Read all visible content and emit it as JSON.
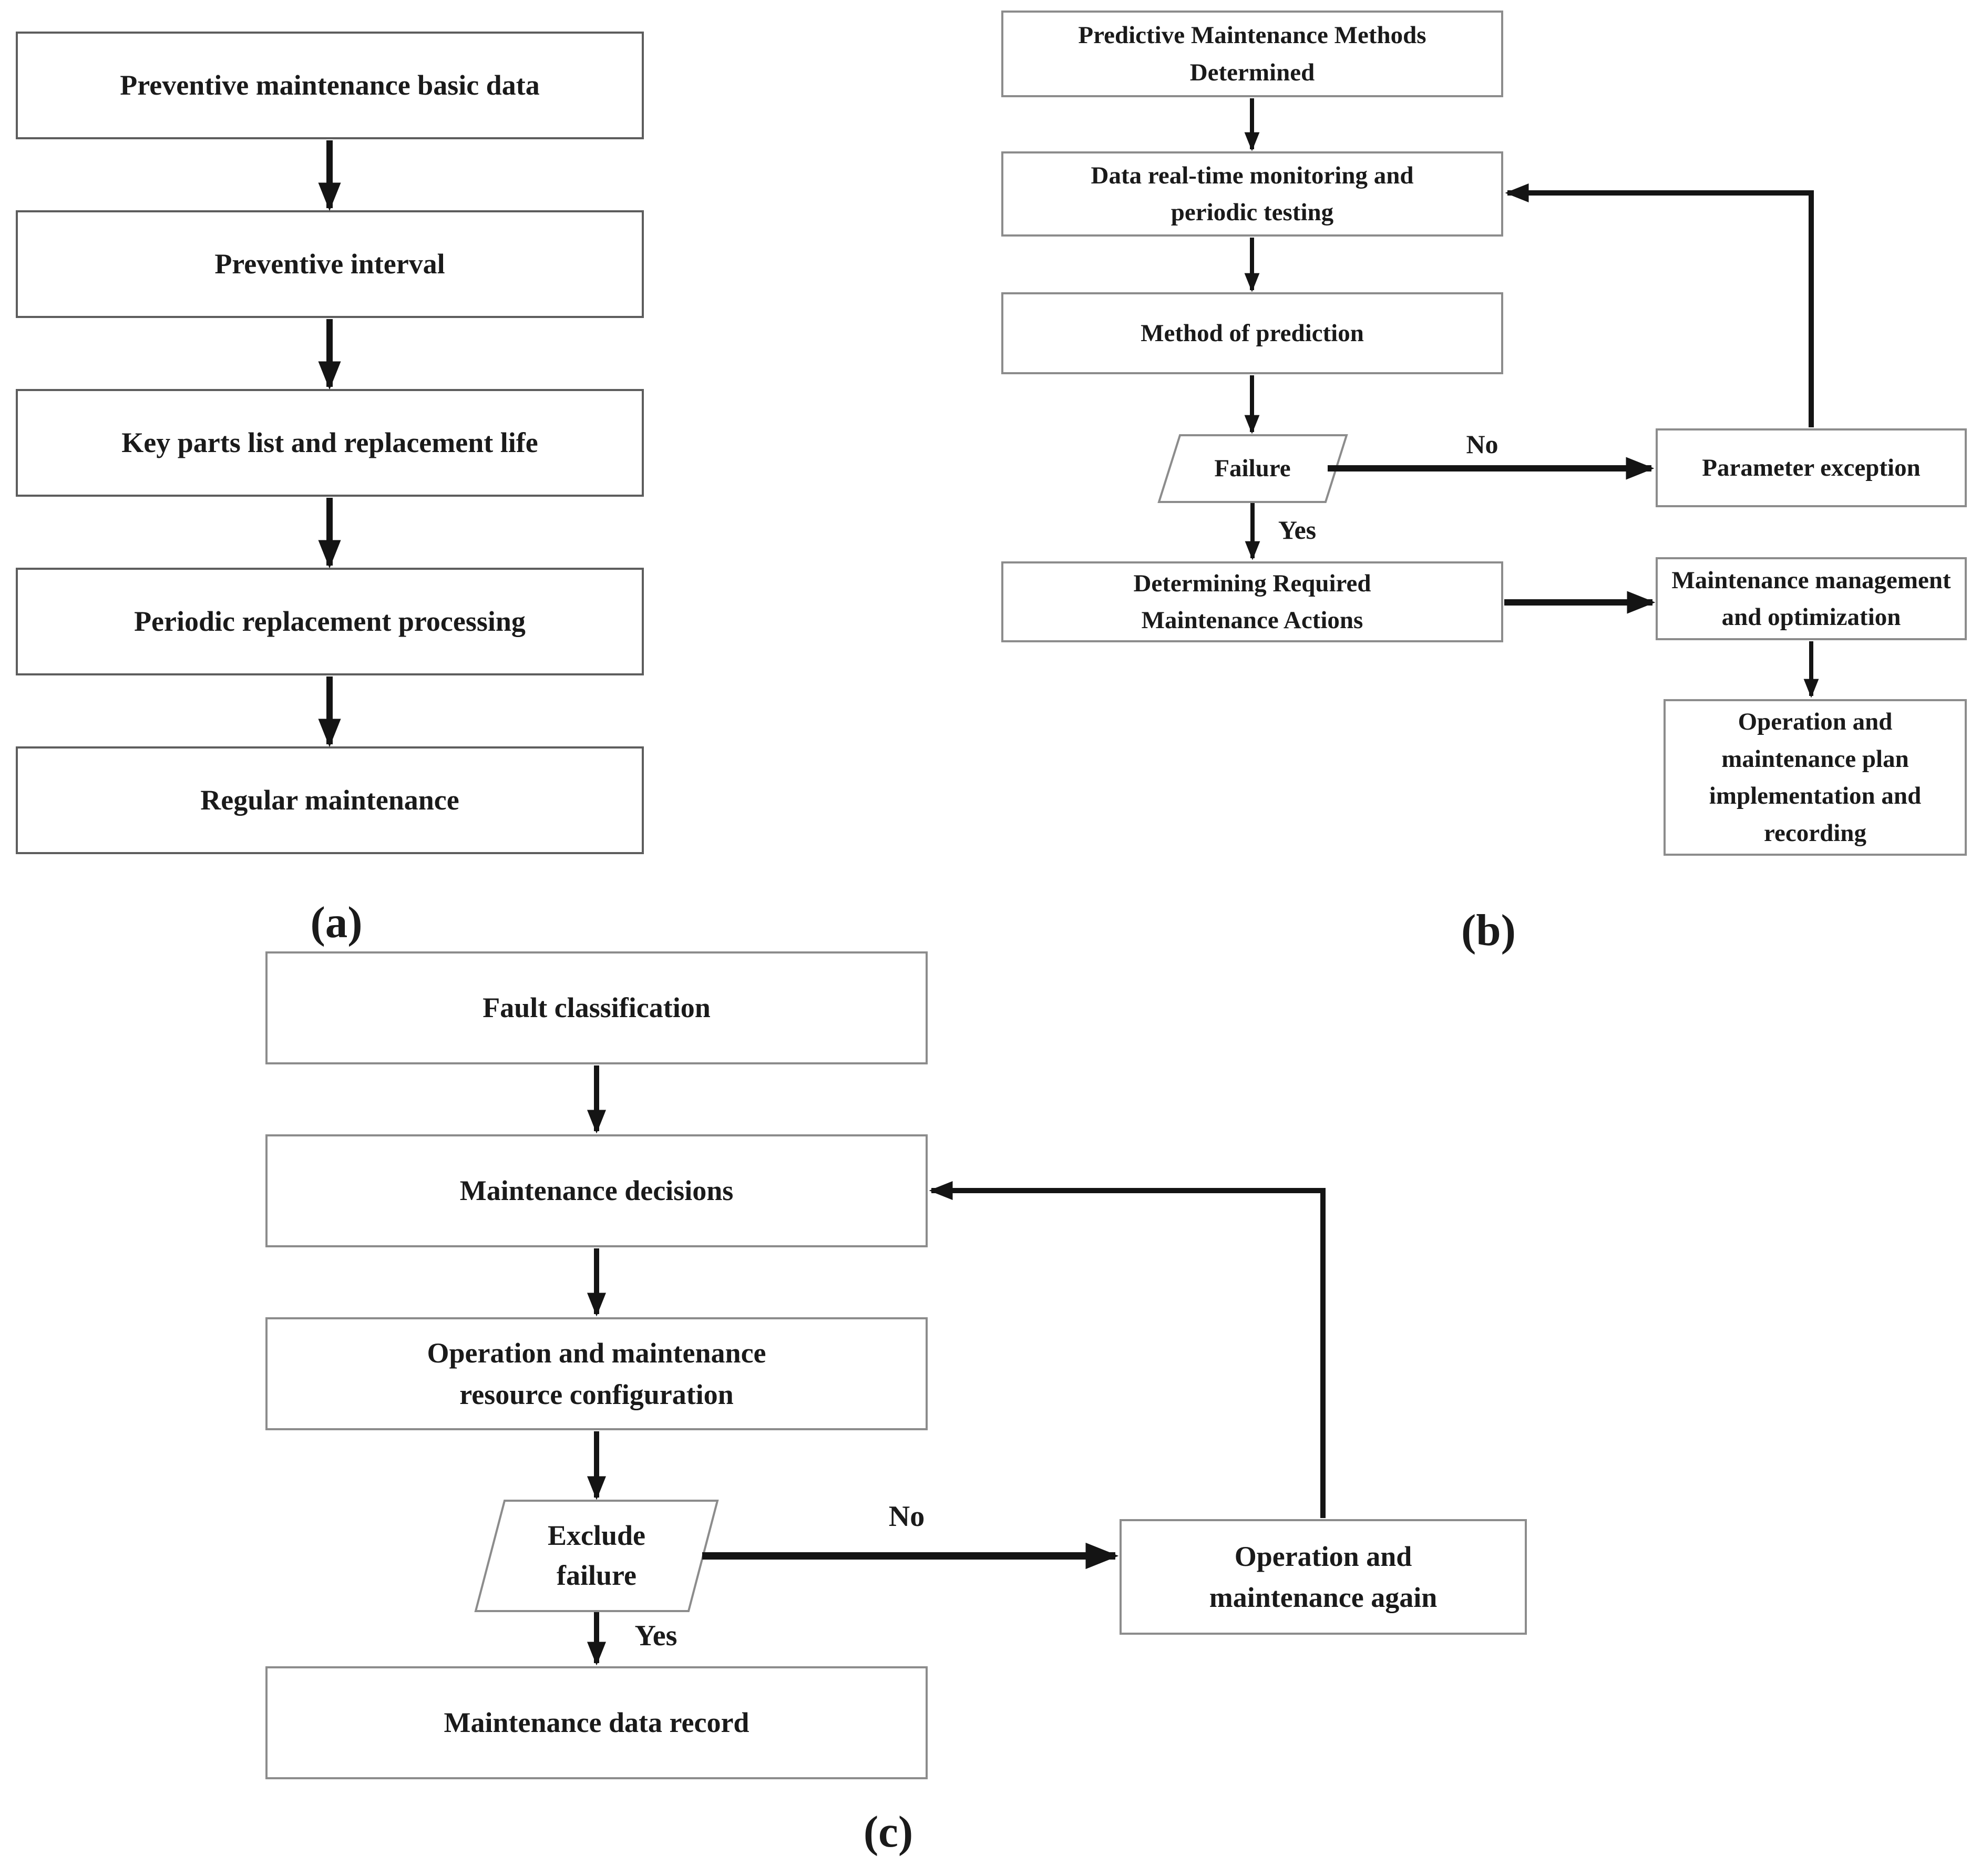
{
  "colors": {
    "background": "#ffffff",
    "text": "#1a1a1a",
    "line": "#141414",
    "box_border": "#8c8c8c",
    "panel_a_border": "#5d5d5d"
  },
  "panels": {
    "a": {
      "caption": "(a)",
      "boxes": {
        "basic_data": "Preventive maintenance basic data",
        "interval": "Preventive interval",
        "key_parts": "Key parts list and replacement life",
        "periodic": "Periodic replacement processing",
        "regular": "Regular maintenance"
      }
    },
    "b": {
      "caption": "(b)",
      "boxes": {
        "methods": "Predictive Maintenance Methods\nDetermined",
        "monitoring": "Data real-time monitoring and\nperiodic testing",
        "prediction": "Method of prediction",
        "failure": "Failure",
        "parameter_exception": "Parameter exception",
        "determining": "Determining Required\nMaintenance Actions",
        "management": "Maintenance management\nand optimization",
        "plan": "Operation and\nmaintenance plan\nimplementation and\nrecording"
      },
      "edge_labels": {
        "no": "No",
        "yes": "Yes"
      }
    },
    "c": {
      "caption": "(c)",
      "boxes": {
        "fault_classification": "Fault classification",
        "maintenance_decisions": "Maintenance decisions",
        "resource_configuration": "Operation and maintenance\nresource configuration",
        "exclude_failure": "Exclude\nfailure",
        "data_record": "Maintenance data record",
        "om_again": "Operation and\nmaintenance again"
      },
      "edge_labels": {
        "no": "No",
        "yes": "Yes"
      }
    }
  }
}
